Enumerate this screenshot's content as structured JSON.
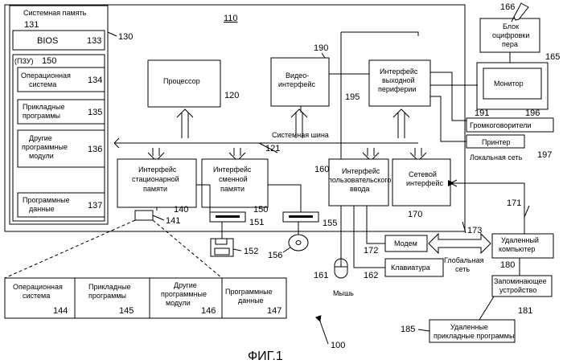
{
  "computer": {
    "ref": "110"
  },
  "system_memory": {
    "title": "Системная память",
    "ref": "130"
  },
  "rom": {
    "ref": "131",
    "label": "BIOS",
    "label_ref": "133"
  },
  "ram": {
    "prefix": "(ПЗУ)",
    "ref": "150"
  },
  "os_box": {
    "lines": [
      "Операционная",
      "система"
    ],
    "ref": "134"
  },
  "apps_box": {
    "lines": [
      "Прикладные",
      "программы"
    ],
    "ref": "135"
  },
  "other_box": {
    "lines": [
      "Другие",
      "программные",
      "модули"
    ],
    "ref": "136"
  },
  "data_box": {
    "lines": [
      "Программные",
      "данные"
    ],
    "ref": "137"
  },
  "processor": {
    "label": "Процессор",
    "ref": "120"
  },
  "video": {
    "lines": [
      "Видео-",
      "интерфейс"
    ],
    "ref": "190"
  },
  "out_periph": {
    "lines": [
      "Интерфейс",
      "выходной",
      "периферии"
    ],
    "ref": "195"
  },
  "pen": {
    "lines": [
      "Блок",
      "оцифровки",
      "пера"
    ],
    "ref": "165",
    "pen_ref": "166"
  },
  "monitor": {
    "label": "Монитор",
    "ref": "191"
  },
  "speakers": {
    "label": "Громкоговорители",
    "ref": "196"
  },
  "printer": {
    "label": "Принтер",
    "ref": "197"
  },
  "lan": {
    "label": "Локальная сеть"
  },
  "bus": {
    "label": "Системная шина",
    "ref": "121"
  },
  "fixed_mem": {
    "lines": [
      "Интерфейс",
      "стационарной",
      "памяти"
    ],
    "ref": "140"
  },
  "removable_mem": {
    "lines": [
      "Интерфейс",
      "сменной",
      "памяти"
    ],
    "ref": "150"
  },
  "user_input": {
    "lines": [
      "Интерфейс",
      "пользовательского",
      "ввода"
    ],
    "ref": "160"
  },
  "network": {
    "lines": [
      "Сетевой",
      "интерфейс"
    ],
    "ref": "170"
  },
  "hdd": {
    "ref": "141"
  },
  "floppy_drive": {
    "ref": "151"
  },
  "floppy_disk": {
    "ref": "152"
  },
  "optical_drive": {
    "ref": "155"
  },
  "optical_disk": {
    "ref": "156"
  },
  "modem": {
    "label": "Модем",
    "ref": "172"
  },
  "wan": {
    "lines": [
      "Глобальная",
      "сеть"
    ],
    "ref": "173"
  },
  "remote": {
    "lines": [
      "Удаленный",
      "компьютер"
    ],
    "ref": "180",
    "line_ref": "171"
  },
  "storage": {
    "lines": [
      "Запоминающее",
      "устройство"
    ],
    "ref": "181"
  },
  "remote_apps": {
    "lines": [
      "Удаленные",
      "прикладные программы"
    ],
    "ref": "185"
  },
  "keyboard": {
    "label": "Клавиатура",
    "ref": "162"
  },
  "mouse": {
    "label": "Мышь",
    "ref": "161"
  },
  "hdd_contents": [
    {
      "lines": [
        "Операционная",
        "система"
      ],
      "ref": "144"
    },
    {
      "lines": [
        "Прикладные",
        "программы"
      ],
      "ref": "145"
    },
    {
      "lines": [
        "Другие",
        "программные",
        "модули"
      ],
      "ref": "146"
    },
    {
      "lines": [
        "Программные",
        "данные"
      ],
      "ref": "147"
    }
  ],
  "figure": {
    "label": "ФИГ.1",
    "ref": "100"
  }
}
